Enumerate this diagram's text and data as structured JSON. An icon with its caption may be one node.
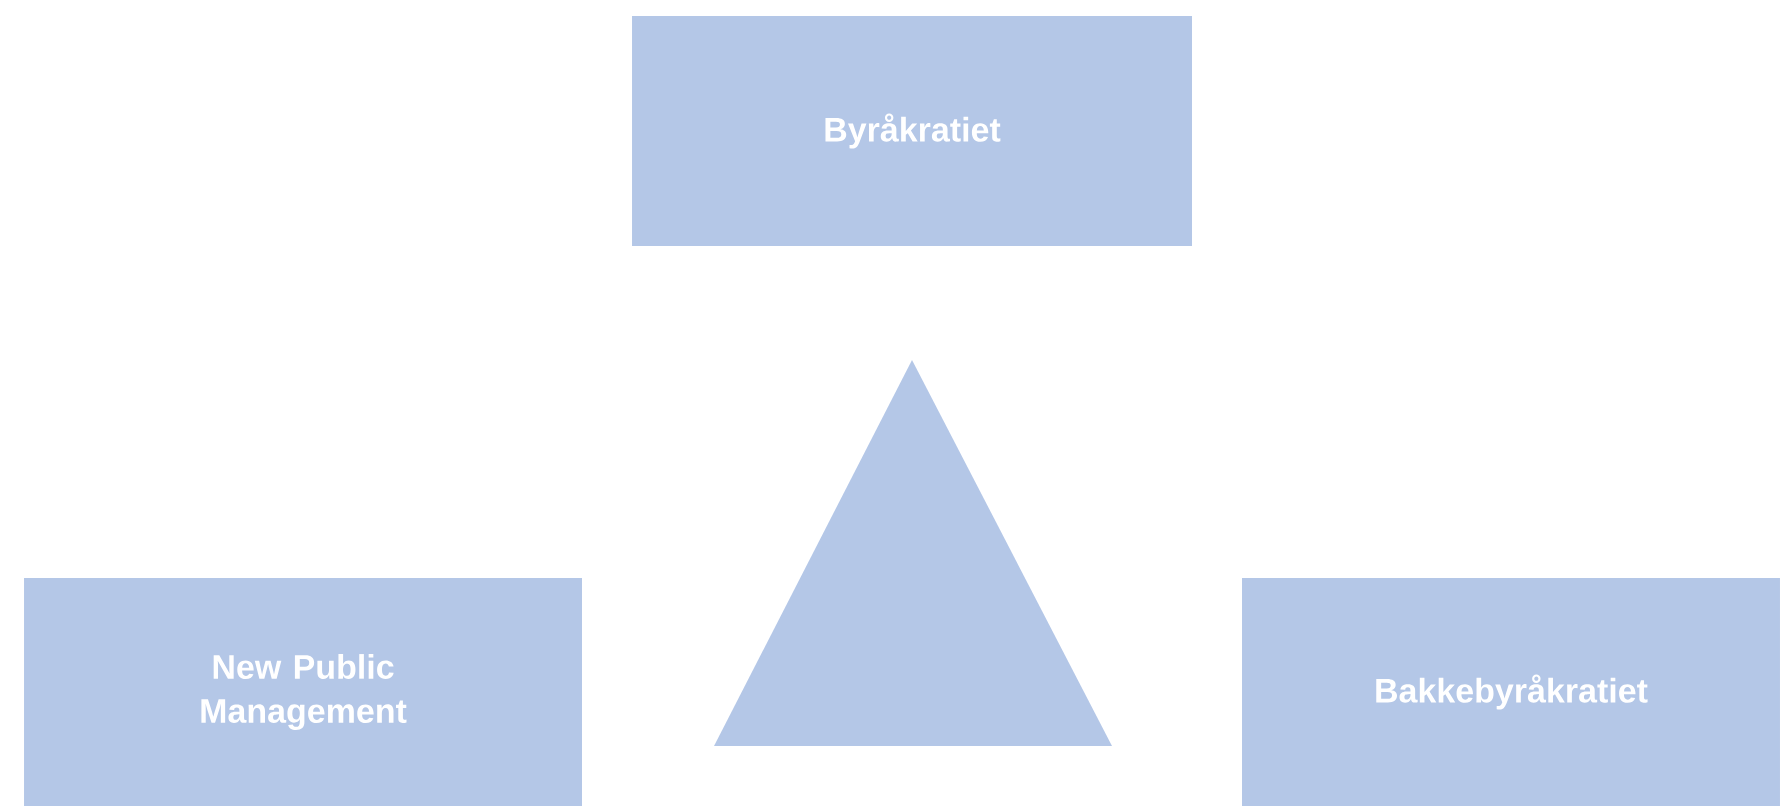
{
  "diagram": {
    "nodes": [
      {
        "text": [
          "Byråkratiet"
        ]
      },
      {
        "text": [
          "New Public Management"
        ]
      },
      {
        "text": [
          "Bakkebyråkratiet"
        ]
      },
      {
        "text": [],
        "shape": "triangle"
      }
    ]
  }
}
